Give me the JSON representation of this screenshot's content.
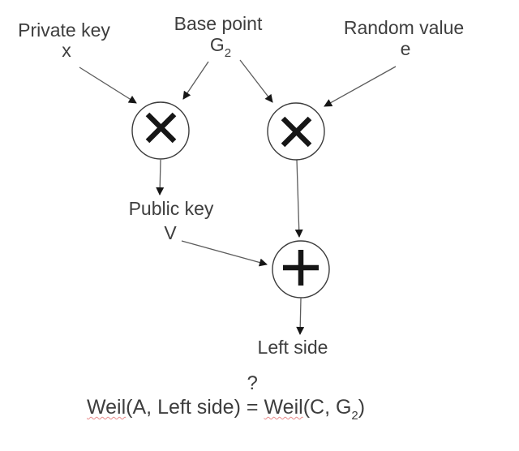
{
  "nodes": {
    "private_key": {
      "label": "Private key",
      "symbol": "x"
    },
    "base_point": {
      "label": "Base point",
      "symbol": "G",
      "symbol_subscript": "2"
    },
    "random_value": {
      "label": "Random value",
      "symbol": "e"
    },
    "public_key": {
      "label": "Public key",
      "symbol": "V"
    },
    "left_side": {
      "label": "Left side"
    }
  },
  "operators": {
    "multiply_left": {
      "icon": "multiply-icon",
      "glyph": "×"
    },
    "multiply_right": {
      "icon": "multiply-icon",
      "glyph": "×"
    },
    "add": {
      "icon": "plus-icon",
      "glyph": "+"
    }
  },
  "equation": {
    "question_mark": "?",
    "fn_left": "Weil",
    "args_left": "(A, Left side)",
    "equals": "=",
    "fn_right": "Weil",
    "args_right": "(C, G",
    "args_right_subscript": "2",
    "close_paren": ")"
  },
  "colors": {
    "background": "#ffffff",
    "text": "#3e3e3e",
    "line": "#5c5c5c",
    "node_stroke": "#3c3c3c",
    "operator_glyph": "#161616",
    "arrowhead": "#161616",
    "spellcheck_underline": "#e88a8a"
  }
}
